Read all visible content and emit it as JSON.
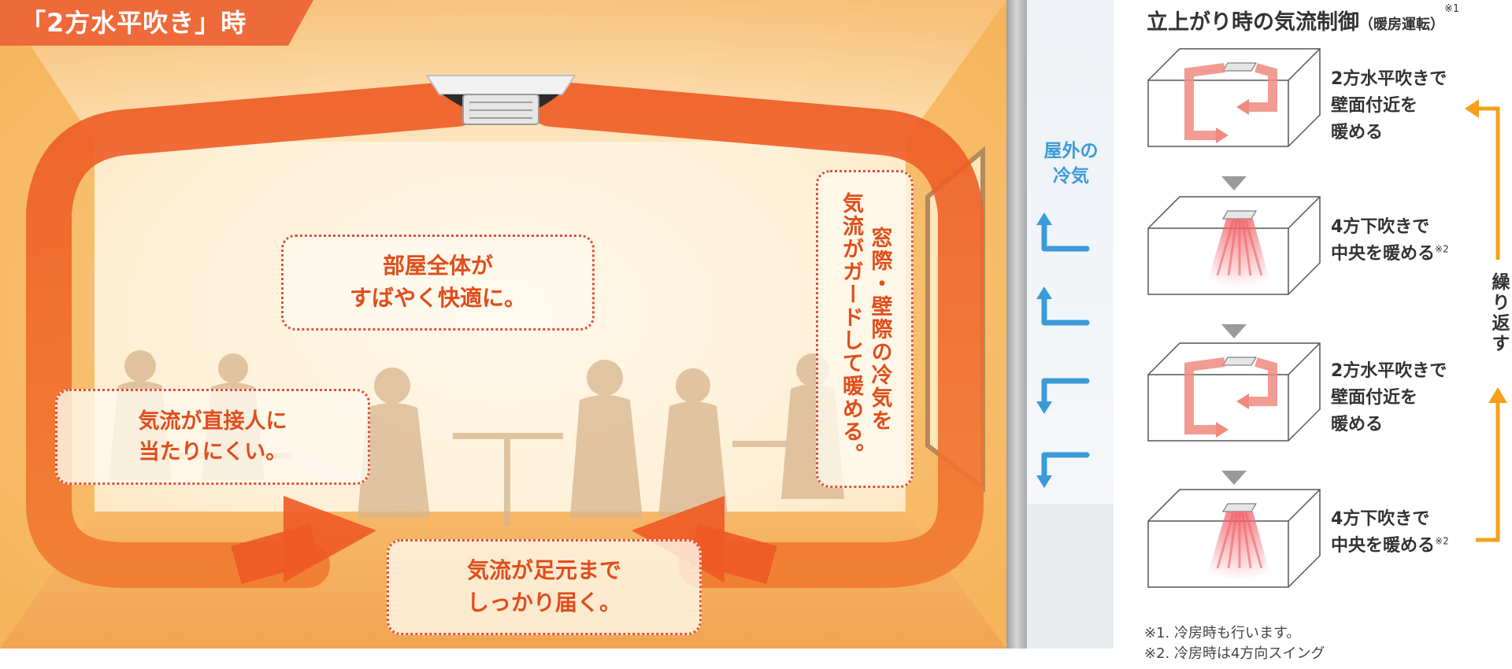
{
  "title": "「2方水平吹き」時",
  "callouts": {
    "room": [
      "部屋全体が",
      "すばやく快適に。"
    ],
    "direct": [
      "気流が直接人に",
      "当たりにくい。"
    ],
    "feet": [
      "気流が足元まで",
      "しっかり届く。"
    ],
    "window": [
      "窓際・壁際の冷気を",
      "気流がガードして暖める。"
    ]
  },
  "outdoor": [
    "屋外の",
    "冷気"
  ],
  "right_panel": {
    "title": "立上がり時の気流制御",
    "title_sub": "（暖房運転）",
    "title_note": "※1",
    "steps": [
      {
        "mode": "2-way",
        "lines": [
          "2方水平吹きで",
          "壁面付近を",
          "暖める"
        ],
        "note": ""
      },
      {
        "mode": "4-way",
        "lines": [
          "4方下吹きで",
          "中央を暖める"
        ],
        "note": "※2"
      },
      {
        "mode": "2-way",
        "lines": [
          "2方水平吹きで",
          "壁面付近を",
          "暖める"
        ],
        "note": ""
      },
      {
        "mode": "4-way",
        "lines": [
          "4方下吹きで",
          "中央を暖める"
        ],
        "note": "※2"
      }
    ],
    "repeat_label": "繰り返す"
  },
  "notes": [
    "※1. 冷房時も行います。",
    "※2. 冷房時は4方向スイング"
  ],
  "colors": {
    "accent_orange": "#ef6a3a",
    "callout_text": "#e04e1c",
    "airflow": "#ee5a24",
    "cold_air": "#3a9bd8",
    "repeat_arrow": "#f3a11c"
  }
}
